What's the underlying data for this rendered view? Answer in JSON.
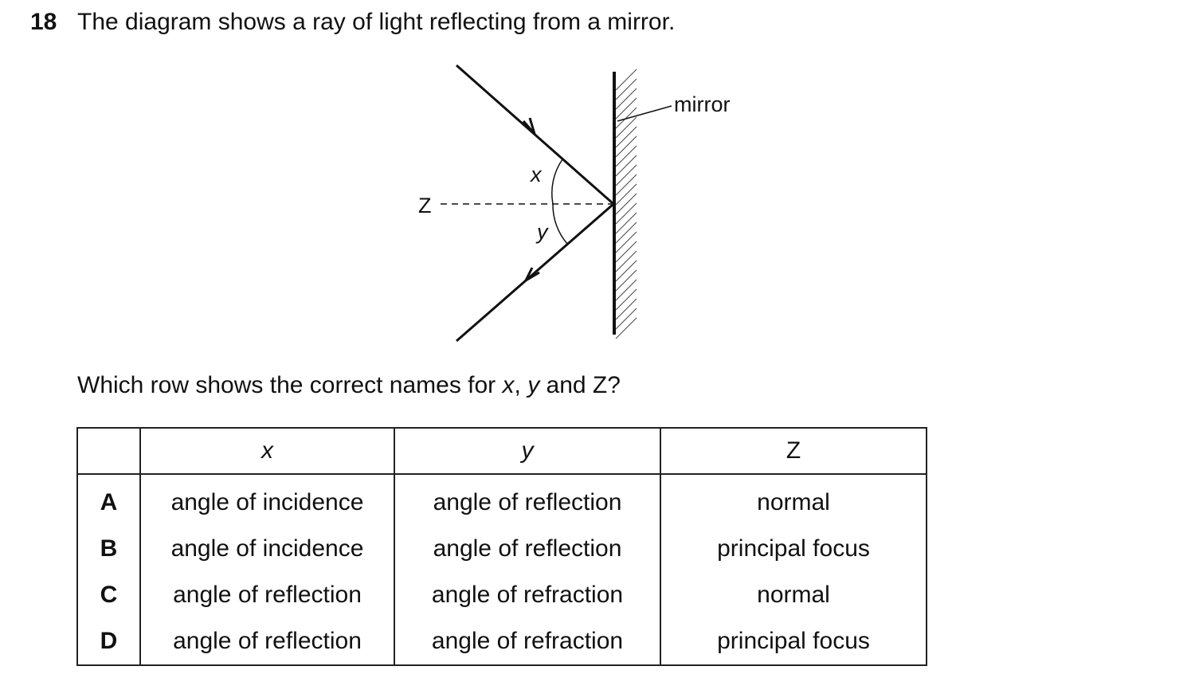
{
  "question": {
    "number": "18",
    "text": "The diagram shows a ray of light reflecting from a mirror."
  },
  "diagram": {
    "mirror_label": "mirror",
    "angle_x_label": "x",
    "angle_y_label": "y",
    "normal_label": "Z"
  },
  "prompt": {
    "before": "Which row shows the correct names for ",
    "x": "x",
    "sep1": ", ",
    "y": "y",
    "sep2": " and Z?"
  },
  "table": {
    "headers": [
      "",
      "x",
      "y",
      "Z"
    ],
    "rows": [
      {
        "letter": "A",
        "x": "angle of incidence",
        "y": "angle of reflection",
        "z": "normal"
      },
      {
        "letter": "B",
        "x": "angle of incidence",
        "y": "angle of reflection",
        "z": "principal focus"
      },
      {
        "letter": "C",
        "x": "angle of reflection",
        "y": "angle of refraction",
        "z": "normal"
      },
      {
        "letter": "D",
        "x": "angle of reflection",
        "y": "angle of refraction",
        "z": "principal focus"
      }
    ]
  }
}
